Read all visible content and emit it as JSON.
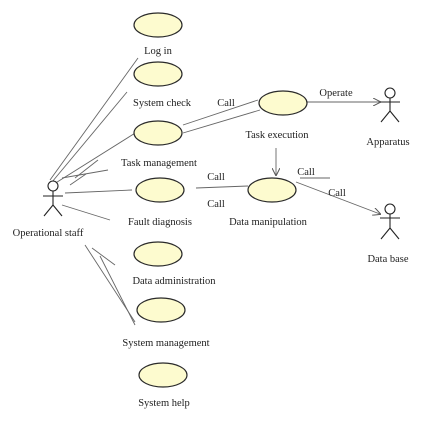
{
  "colors": {
    "ellipse_fill": "#fdfbcf",
    "ellipse_stroke": "#2a2a2a",
    "line": "#555555",
    "text": "#222222"
  },
  "use_cases": {
    "login": "Log in",
    "system_check": "System check",
    "task_management": "Task management",
    "fault_diagnosis": "Fault diagnosis",
    "data_administration": "Data administration",
    "system_management": "System management",
    "system_help": "System help",
    "task_execution": "Task execution",
    "data_manipulation": "Data manipulation"
  },
  "actors": {
    "operational_staff": "Operational staff",
    "apparatus": "Apparatus",
    "database": "Data base"
  },
  "relations": {
    "call": "Call",
    "operate": "Operate"
  }
}
